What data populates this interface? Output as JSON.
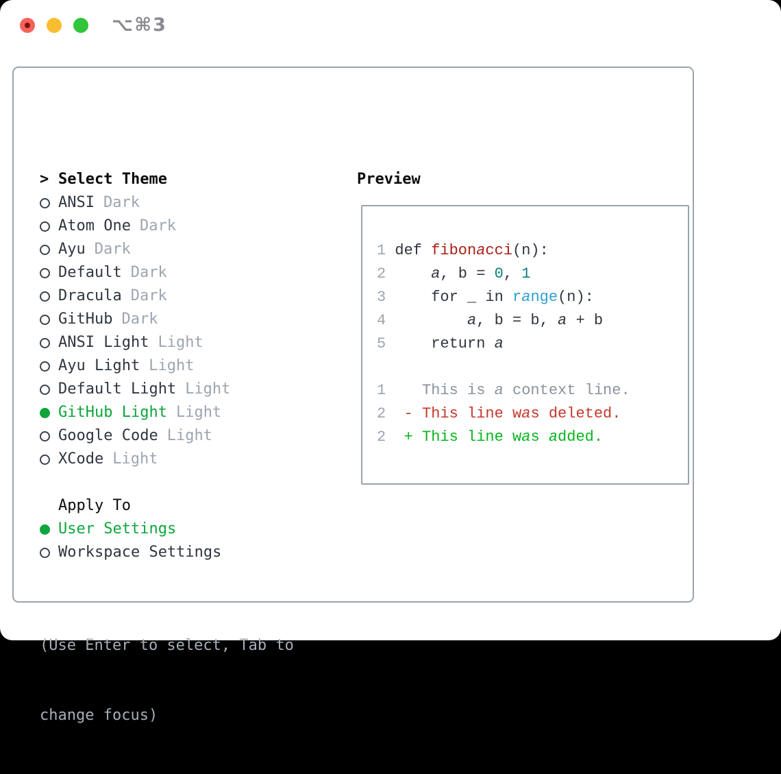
{
  "titlebar": {
    "title": "⌥⌘3"
  },
  "colors": {
    "accent_green": "#0DA53C",
    "added_green": "#07B41E",
    "deleted_red": "#C5372C",
    "function_red": "#A91F16",
    "number_teal": "#0D7D7D",
    "call_blue": "#2E9FD2",
    "text_dark": "#2F3540",
    "muted_gray": "#9CA5B0",
    "border_gray": "#9AA3AD"
  },
  "theme_picker": {
    "cursor": ">",
    "title": "Select Theme",
    "items": [
      {
        "name": "ANSI",
        "variant": "Dark",
        "selected": false
      },
      {
        "name": "Atom One",
        "variant": "Dark",
        "selected": false
      },
      {
        "name": "Ayu",
        "variant": "Dark",
        "selected": false
      },
      {
        "name": "Default",
        "variant": "Dark",
        "selected": false
      },
      {
        "name": "Dracula",
        "variant": "Dark",
        "selected": false
      },
      {
        "name": "GitHub",
        "variant": "Dark",
        "selected": false
      },
      {
        "name": "ANSI Light",
        "variant": "Light",
        "selected": false
      },
      {
        "name": "Ayu Light",
        "variant": "Light",
        "selected": false
      },
      {
        "name": "Default Light",
        "variant": "Light",
        "selected": false
      },
      {
        "name": "GitHub Light",
        "variant": "Light",
        "selected": true
      },
      {
        "name": "Google Code",
        "variant": "Light",
        "selected": false
      },
      {
        "name": "XCode",
        "variant": "Light",
        "selected": false
      }
    ]
  },
  "apply_to": {
    "title": "Apply To",
    "items": [
      {
        "label": "User Settings",
        "selected": true
      },
      {
        "label": "Workspace Settings",
        "selected": false
      }
    ]
  },
  "hint": {
    "lines": [
      "(Use Enter to select, Tab to",
      "change focus)"
    ]
  },
  "preview": {
    "title": "Preview",
    "lines": [
      {
        "number": "1",
        "segments": [
          {
            "text": "def ",
            "style": "plain"
          },
          {
            "text": "fibonacci",
            "style": "fn"
          },
          {
            "text": "(n):",
            "style": "plain"
          }
        ]
      },
      {
        "number": "2",
        "segments": [
          {
            "text": "    a, b = ",
            "style": "plain"
          },
          {
            "text": "0",
            "style": "num"
          },
          {
            "text": ", ",
            "style": "plain"
          },
          {
            "text": "1",
            "style": "num"
          }
        ]
      },
      {
        "number": "3",
        "segments": [
          {
            "text": "    for _ in ",
            "style": "plain"
          },
          {
            "text": "range",
            "style": "call"
          },
          {
            "text": "(n):",
            "style": "plain"
          }
        ]
      },
      {
        "number": "4",
        "segments": [
          {
            "text": "        a, b = b, a + b",
            "style": "plain"
          }
        ]
      },
      {
        "number": "5",
        "segments": [
          {
            "text": "    return a",
            "style": "plain"
          }
        ]
      },
      {
        "number": "",
        "segments": []
      },
      {
        "number": "1",
        "segments": [
          {
            "text": "   This is a context line.",
            "style": "ctx"
          }
        ]
      },
      {
        "number": "2",
        "segments": [
          {
            "text": " - This line was deleted.",
            "style": "del"
          }
        ]
      },
      {
        "number": "2",
        "segments": [
          {
            "text": " + This line was added.",
            "style": "add"
          }
        ]
      }
    ]
  }
}
